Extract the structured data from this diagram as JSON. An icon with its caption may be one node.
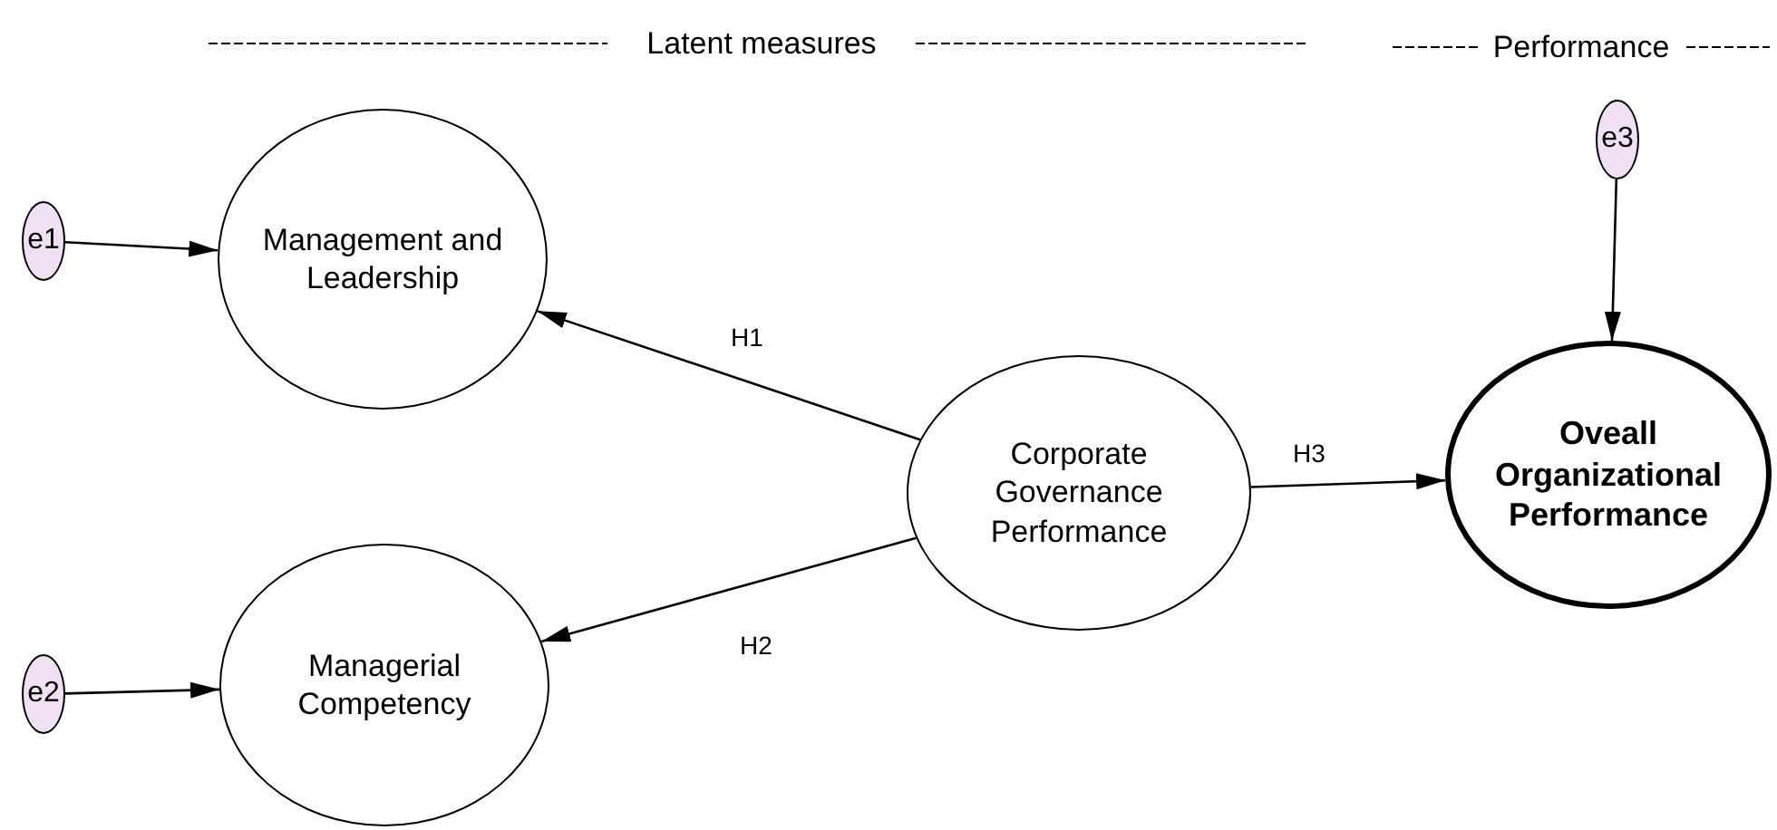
{
  "diagram": {
    "nodes": [
      {
        "text": [
          "e1"
        ]
      },
      {
        "text": [
          "Management and Leadership"
        ]
      },
      {
        "text": [
          "e2"
        ]
      },
      {
        "text": [
          "Managerial Competency"
        ]
      },
      {
        "text": [
          "Corporate Governance Performance"
        ]
      },
      {
        "text": [
          "Oveall Organizational Performance"
        ]
      },
      {
        "text": [
          "e3"
        ]
      }
    ],
    "edges": [
      {
        "from": 0,
        "to": 1,
        "arrow": "to"
      },
      {
        "from": 2,
        "to": 3,
        "arrow": "to"
      },
      {
        "from": 4,
        "to": 1,
        "label": "H1",
        "arrow": "to"
      },
      {
        "from": 4,
        "to": 3,
        "label": "H2",
        "arrow": "to"
      },
      {
        "from": 4,
        "to": 5,
        "label": "H3",
        "arrow": "to"
      },
      {
        "from": 6,
        "to": 5,
        "arrow": "to"
      }
    ],
    "labels": [
      "Latent measures",
      "Performance"
    ]
  }
}
